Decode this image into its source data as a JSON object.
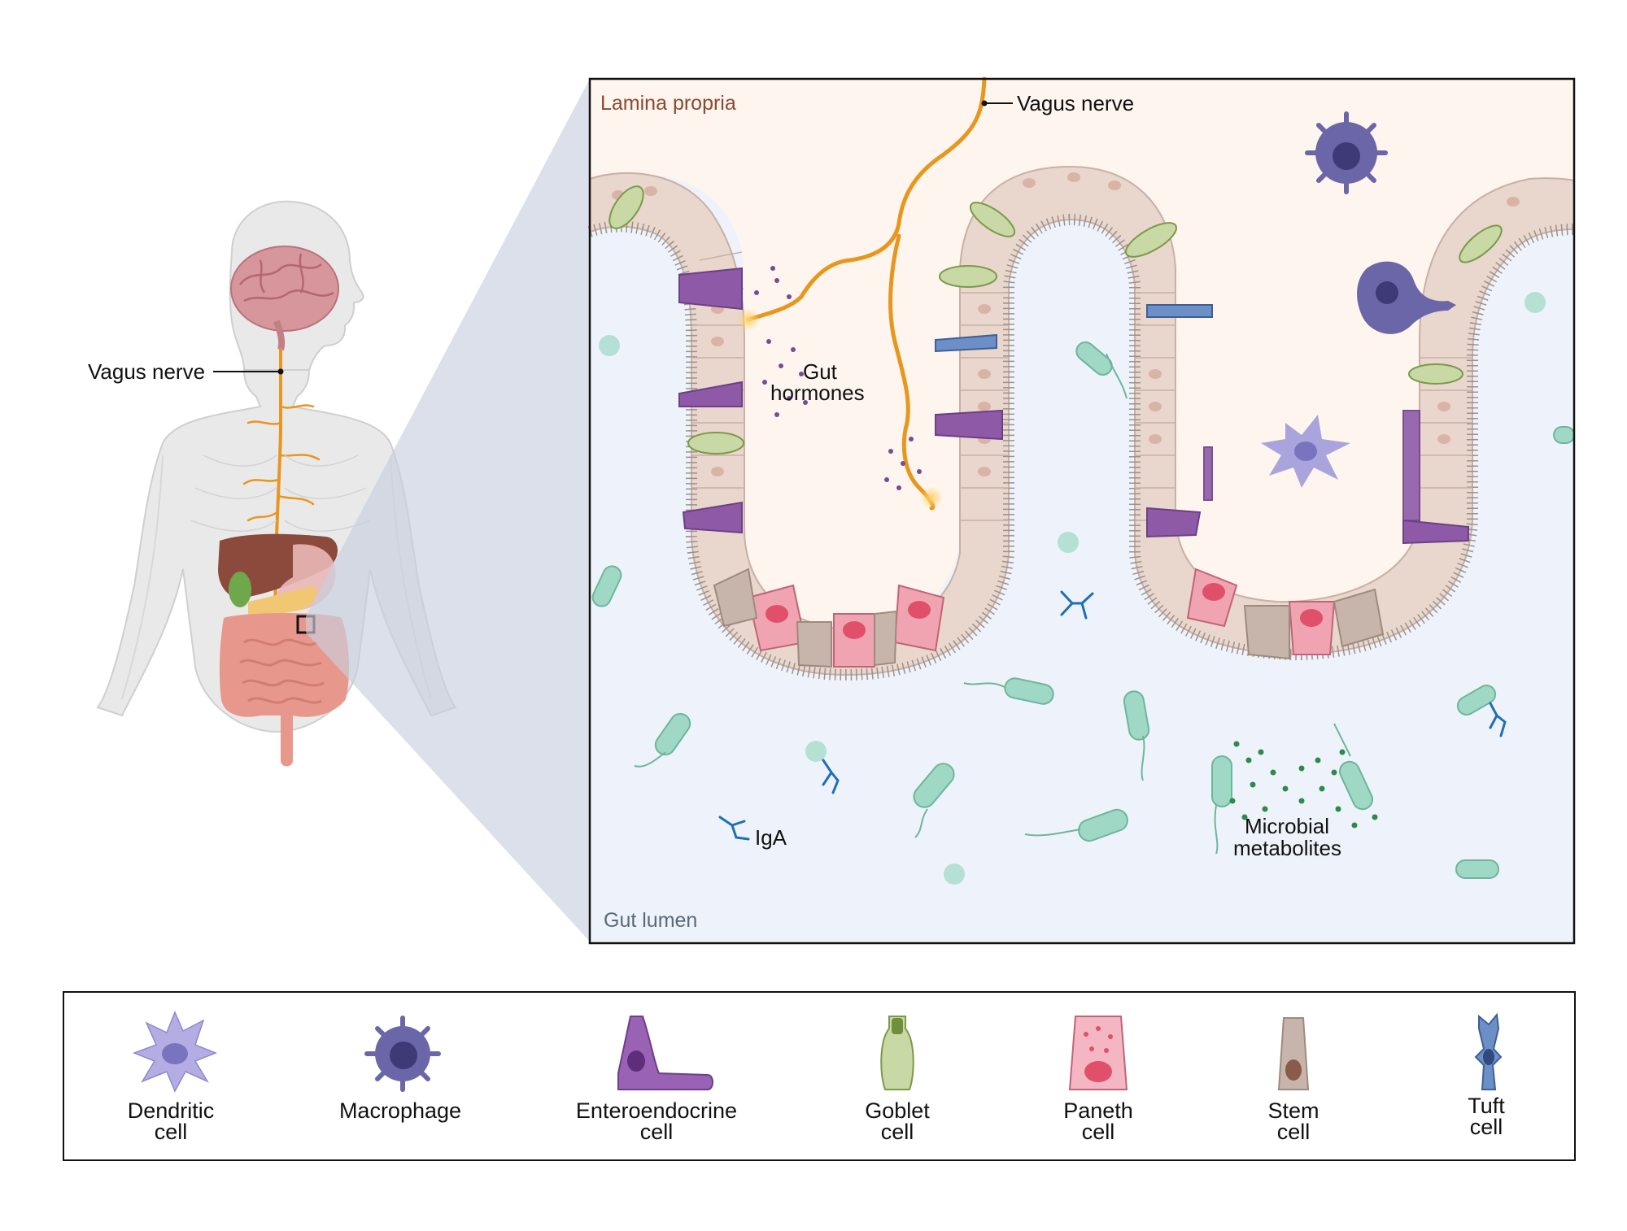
{
  "body_labels": {
    "vagus_nerve": "Vagus nerve"
  },
  "zoom_labels": {
    "lamina_propria": "Lamina propria",
    "vagus_nerve": "Vagus nerve",
    "gut_hormones_line1": "Gut",
    "gut_hormones_line2": "hormones",
    "iga": "IgA",
    "microbial_line1": "Microbial",
    "microbial_line2": "metabolites",
    "gut_lumen": "Gut lumen"
  },
  "legend": [
    {
      "icon": "dendritic-cell-icon",
      "line1": "Dendritic",
      "line2": "cell"
    },
    {
      "icon": "macrophage-icon",
      "line1": "Macrophage",
      "line2": ""
    },
    {
      "icon": "enteroendocrine-cell-icon",
      "line1": "Enteroendocrine",
      "line2": "cell"
    },
    {
      "icon": "goblet-cell-icon",
      "line1": "Goblet",
      "line2": "cell"
    },
    {
      "icon": "paneth-cell-icon",
      "line1": "Paneth",
      "line2": "cell"
    },
    {
      "icon": "stem-cell-icon",
      "line1": "Stem",
      "line2": "cell"
    },
    {
      "icon": "tuft-cell-icon",
      "line1": "Tuft",
      "line2": "cell"
    }
  ],
  "colors": {
    "lamina_propria_bg": "#fdf5ee",
    "lumen_bg": "#eef3fb",
    "nerve": "#e8961e",
    "epithelium": "#e9d6cc",
    "enteroendocrine": "#8e5aa8",
    "goblet": "#9bb56a",
    "paneth": "#e7849a",
    "stem": "#b9a49a",
    "tuft": "#6b8fc6",
    "dendritic": "#a9a4dc",
    "macrophage": "#6b66a8",
    "bacteria": "#9fd8c4",
    "region_label_lp": "#8a4a32",
    "region_label_lumen": "#5a6878"
  }
}
